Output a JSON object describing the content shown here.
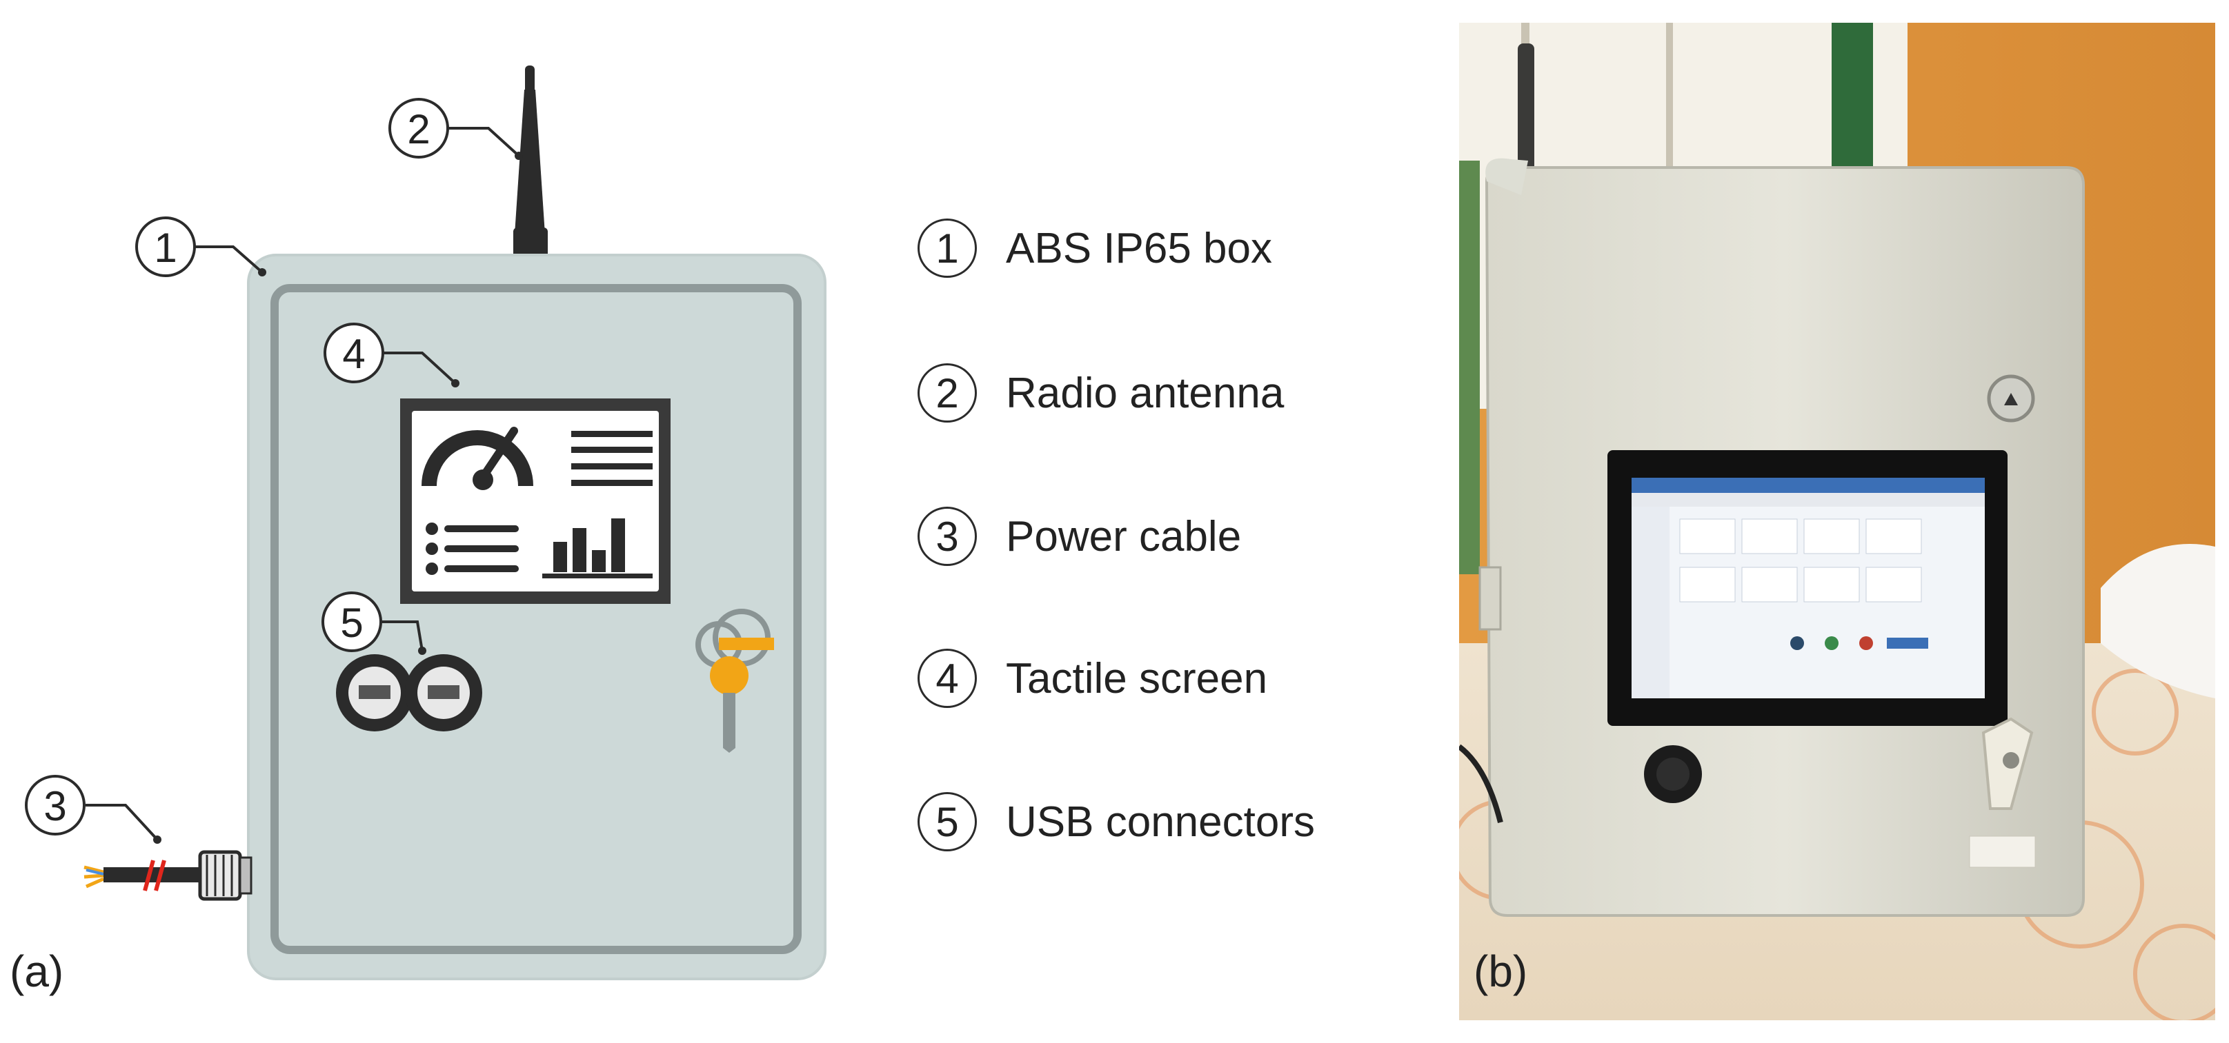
{
  "panels": {
    "a_label": "(a)",
    "b_label": "(b)"
  },
  "callouts": [
    "1",
    "2",
    "3",
    "4",
    "5"
  ],
  "legend": [
    {
      "num": "1",
      "text": "ABS IP65 box"
    },
    {
      "num": "2",
      "text": "Radio antenna"
    },
    {
      "num": "3",
      "text": "Power cable"
    },
    {
      "num": "4",
      "text": "Tactile screen"
    },
    {
      "num": "5",
      "text": "USB connectors"
    }
  ],
  "colors": {
    "box_fill": "#cdd9d8",
    "box_border": "#8f9a9a",
    "dark": "#2b2b2b",
    "key_orange": "#f2a516",
    "cable_red": "#e0261c",
    "wall_orange": "#e8a04a",
    "window_green": "#2f6b3a"
  }
}
